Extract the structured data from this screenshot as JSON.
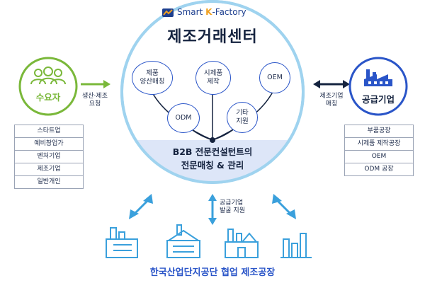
{
  "brand": {
    "prefix": "Smart ",
    "highlight": "K",
    "suffix": "-Factory"
  },
  "center": {
    "title": "제조거래센터",
    "services": [
      {
        "label": "제품\n양산매칭"
      },
      {
        "label": "시제품\n제작"
      },
      {
        "label": "OEM"
      },
      {
        "label": "ODM"
      },
      {
        "label": "기타\n지원"
      }
    ],
    "b2b_line1": "B2B 전문컨설턴트의",
    "b2b_line2": "전문매칭 & 관리"
  },
  "demand": {
    "title": "수요자",
    "arrow_label_1": "생산·제조",
    "arrow_label_2": "요청",
    "items": [
      "스타트업",
      "예비창업가",
      "벤처기업",
      "제조기업",
      "일반개인"
    ]
  },
  "supply": {
    "title": "공급기업",
    "arrow_label_1": "제조기업",
    "arrow_label_2": "매칭",
    "items": [
      "부품공장",
      "시제품 제작공장",
      "OEM",
      "ODM 공장"
    ]
  },
  "bottom": {
    "arrow_label_1": "공급기업",
    "arrow_label_2": "발굴 지원",
    "title": "한국산업단지공단 협업 제조공장"
  },
  "colors": {
    "green": "#7ab83a",
    "blue": "#2a55c8",
    "light_blue": "#3aa0dc",
    "navy": "#15233f",
    "band": "#dde6f8"
  }
}
